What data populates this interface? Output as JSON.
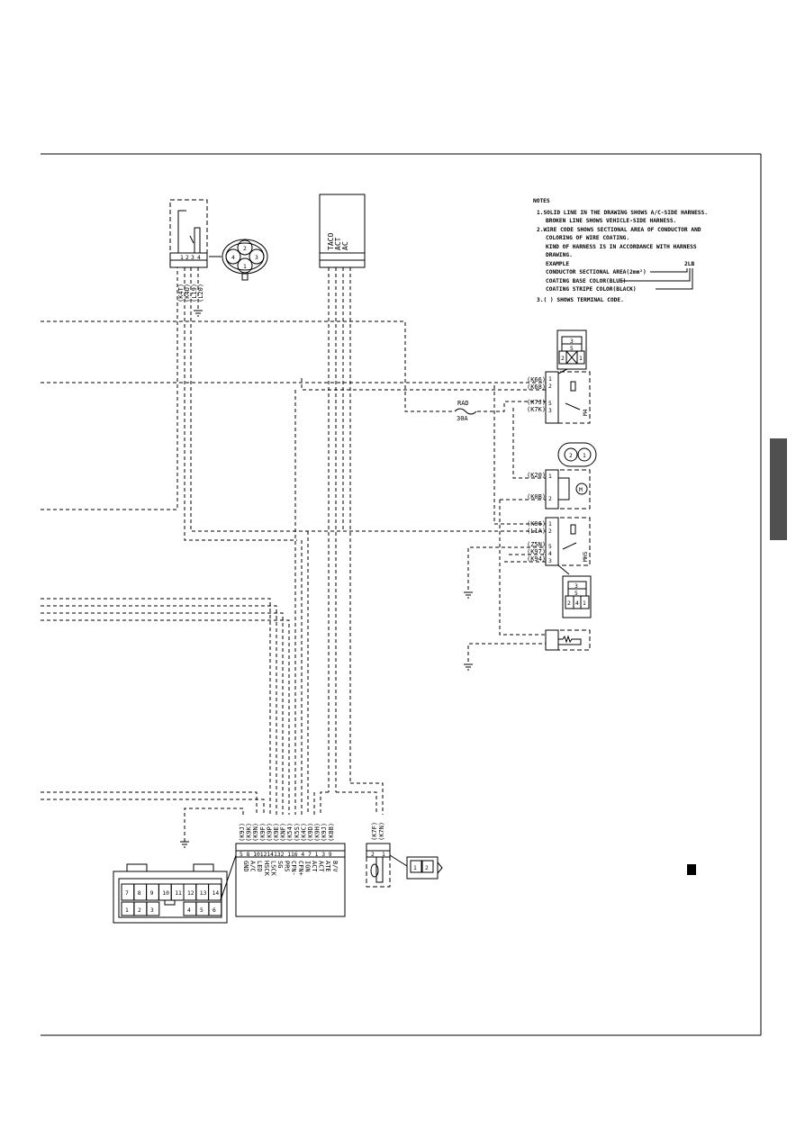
{
  "notes": {
    "title": "NOTES",
    "lines": [
      "1.SOLID LINE IN THE DRAWING SHOWS A/C-SIDE HARNESS.",
      "BROKEN LINE SHOWS VEHICLE-SIDE HARNESS.",
      "2.WIRE CODE SHOWS SECTIONAL AREA OF CONDUCTOR AND",
      "COLORING OF WIRE COATING.",
      "KIND OF HARNESS IS IN ACCORDANCE WITH HARNESS",
      "DRAWING.",
      "EXAMPLE",
      "CONDUCTOR SECTIONAL AREA(2mm²)",
      "COATING BASE COLOR(BLUE)",
      "COATING STRIPE COLOR(BLACK)",
      "3.( ) SHOWS TERMINAL CODE."
    ],
    "example_code": "2LB"
  },
  "switch_connector": {
    "pins": [
      "1",
      "2",
      "3",
      "4"
    ],
    "wire_codes": [
      "(K4T)",
      "(K4U)",
      "(L19)",
      "(L20)"
    ],
    "face_pins": [
      "2",
      "4",
      "3",
      "1"
    ]
  },
  "sensor_unit": {
    "labels": [
      "TACO",
      "ACT",
      "AC"
    ]
  },
  "fuse": {
    "name": "RAD",
    "rating": "30A"
  },
  "relay1": {
    "pins": [
      "1",
      "2",
      "5",
      "3"
    ],
    "wire_codes": [
      "(K66)",
      "(K68)",
      "(K7J)",
      "(K7K)"
    ],
    "label": "M4",
    "face_pins": [
      "3",
      "5",
      "2",
      "1"
    ]
  },
  "motor": {
    "pins": [
      "1",
      "2"
    ],
    "wire_codes": [
      "(K20)",
      "(K0B)"
    ],
    "symbol": "M",
    "face_pins": [
      "2",
      "1"
    ]
  },
  "relay2": {
    "pins": [
      "1",
      "2",
      "5",
      "4",
      "3"
    ],
    "wire_codes": [
      "(K96)",
      "(L1A)",
      "(Z5N)",
      "(K97)",
      "(K94)"
    ],
    "label": "MH5",
    "face_pins": [
      "3",
      "5",
      "2",
      "4",
      "1"
    ]
  },
  "control_unit": {
    "wire_codes": [
      "(K9J)",
      "(K9K)",
      "(K9N)",
      "(K9F)",
      "(K9P)",
      "(K9E)",
      "(KNF)",
      "(K54)",
      "(K5S)",
      "(K4C)",
      "(K9D)",
      "(K9H)",
      "(K9J)",
      "(K8B)"
    ],
    "pins": [
      "5",
      "8",
      "10",
      "12",
      "14",
      "13",
      "2",
      "11",
      "6",
      "4",
      "7",
      "1",
      "3",
      "9"
    ],
    "functions": [
      "GND",
      "A/C",
      "LED",
      "HSCK",
      "LSCK",
      "SG",
      "PRS",
      "CFN-",
      "CFN+",
      "IGN",
      "ACT",
      "ACT",
      "ATE",
      "B/V"
    ],
    "face_pins_top": [
      "7",
      "8",
      "9",
      "10",
      "11",
      "12",
      "13",
      "14"
    ],
    "face_pins_bottom": [
      "1",
      "2",
      "3",
      "4",
      "5",
      "6"
    ]
  },
  "thermistor": {
    "pins": [
      "2",
      "1"
    ],
    "wire_codes": [
      "(K7F)",
      "(K7N)"
    ],
    "face_pins": [
      "1",
      "2"
    ]
  }
}
